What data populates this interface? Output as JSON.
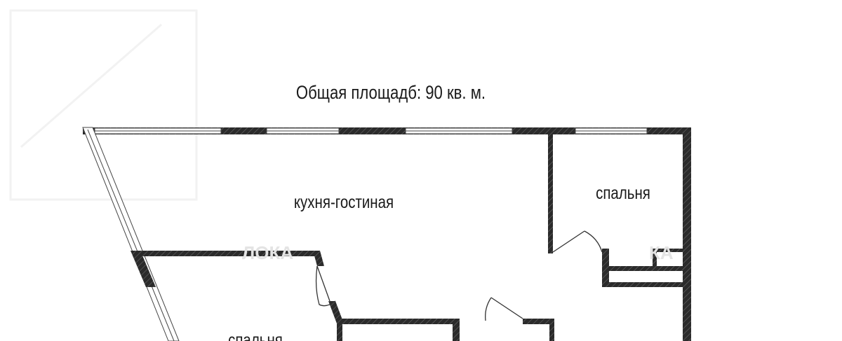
{
  "plan": {
    "total_area": "Общая площадб: 90 кв. м.",
    "rooms": [
      {
        "label": "кухня-гостиная"
      },
      {
        "label": "спальня"
      },
      {
        "label": "спальня"
      }
    ],
    "watermark": [
      "ЛОКА",
      "КА"
    ]
  },
  "colors": {
    "wall": "#2b2b2b",
    "window": "#ffffff",
    "text": "#1a1a1a"
  }
}
